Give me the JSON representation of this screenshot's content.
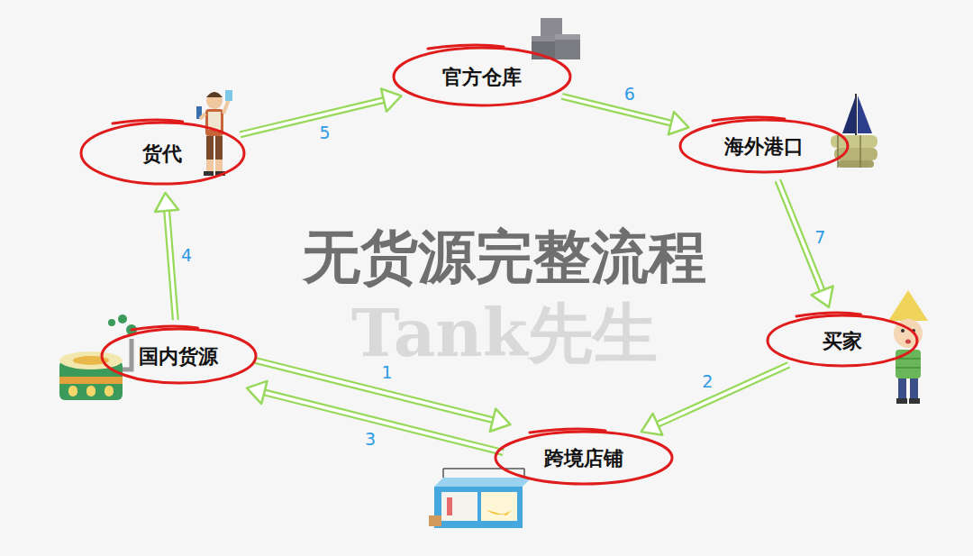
{
  "diagram": {
    "title": "无货源完整流程",
    "nodes": [
      {
        "text": [
          "官方仓库"
        ]
      },
      {
        "text": [
          "海外港口"
        ]
      },
      {
        "text": [
          "货代"
        ]
      },
      {
        "text": [
          "买家"
        ]
      },
      {
        "text": [
          "国内货源"
        ]
      },
      {
        "text": [
          "跨境店铺"
        ]
      }
    ],
    "edges": [
      {
        "from": 4,
        "to": 5,
        "label": "1",
        "arrow": "to"
      },
      {
        "from": 3,
        "to": 5,
        "label": "2",
        "arrow": "to"
      },
      {
        "from": 5,
        "to": 4,
        "label": "3",
        "arrow": "to"
      },
      {
        "from": 4,
        "to": 2,
        "label": "4",
        "arrow": "to"
      },
      {
        "from": 2,
        "to": 0,
        "label": "5",
        "arrow": "to"
      },
      {
        "from": 0,
        "to": 1,
        "label": "6",
        "arrow": "to"
      },
      {
        "from": 1,
        "to": 3,
        "label": "7",
        "arrow": "to"
      }
    ],
    "labels": [
      "Tank先生"
    ]
  }
}
